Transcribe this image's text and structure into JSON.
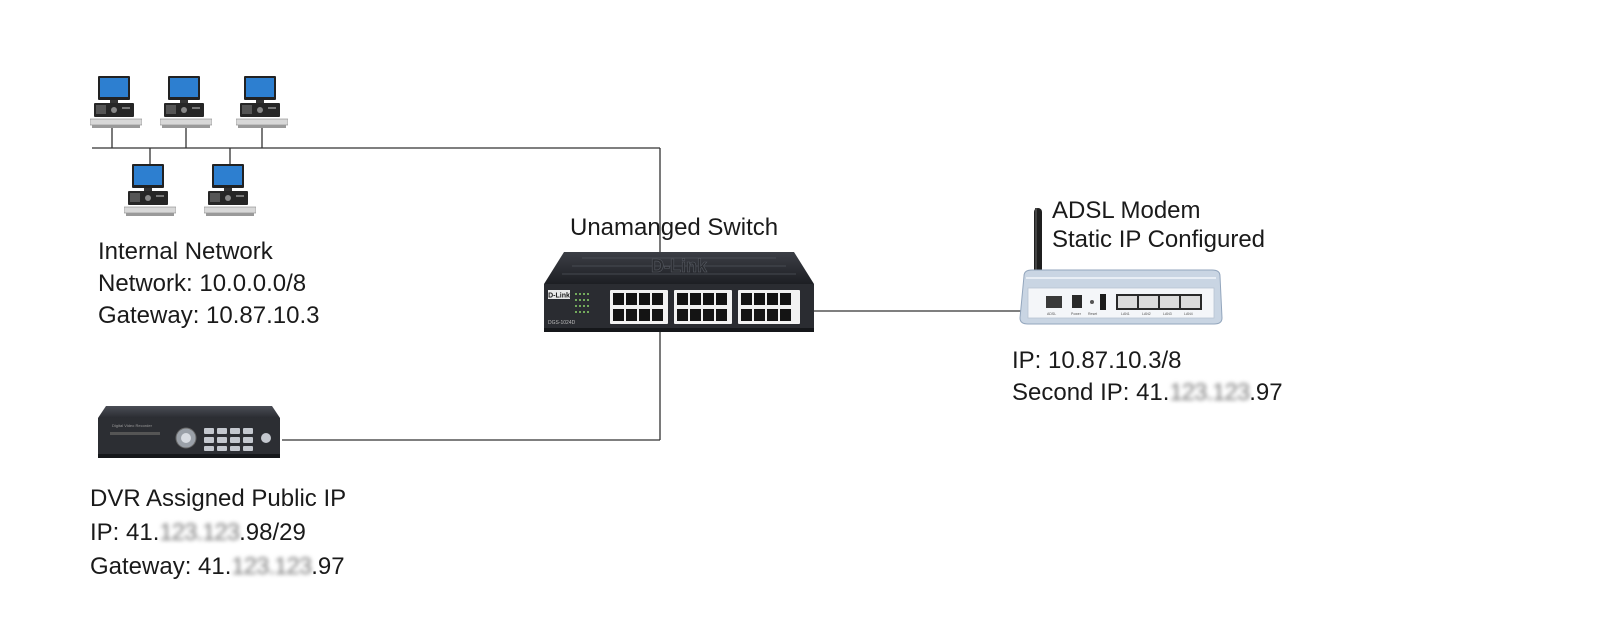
{
  "internal_network": {
    "title": "Internal Network",
    "network": "Network: 10.0.0.0/8",
    "gateway": "Gateway: 10.87.10.3"
  },
  "switch": {
    "label": "Unamanged Switch",
    "brand": "D-Link",
    "model_badge": "DGS-1024D"
  },
  "modem": {
    "title": "ADSL Modem",
    "subtitle": "Static IP Configured",
    "ip": "IP: 10.87.10.3/8",
    "second_ip_prefix": "Second IP: 41.",
    "second_ip_blurred": "123.123",
    "second_ip_suffix": ".97",
    "port_labels": [
      "ADSL",
      "Power",
      "Reset",
      "LAN1",
      "LAN2",
      "LAN3",
      "LAN4"
    ]
  },
  "dvr": {
    "title": "DVR Assigned Public IP",
    "ip_prefix": "IP: 41.",
    "ip_blurred": "123.123",
    "ip_suffix": ".98/29",
    "gateway_prefix": "Gateway: 41.",
    "gateway_blurred": "123.123",
    "gateway_suffix": ".97",
    "device_caption": "Digital Video Recorder"
  },
  "colors": {
    "wire": "#333333",
    "monitor_screen": "#2d7fd0",
    "switch_body": "#2a2c31",
    "modem_body": "#c9d5e3"
  },
  "icons": {
    "workstation": "desktop-computer-icon",
    "switch": "network-switch-icon",
    "modem": "adsl-modem-icon",
    "dvr": "dvr-recorder-icon"
  }
}
